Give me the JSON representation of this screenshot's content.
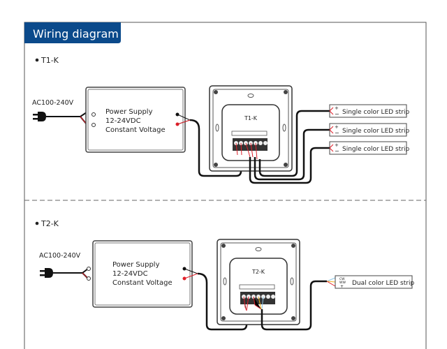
{
  "header": {
    "title": "Wiring diagram",
    "color": "#0b4a8b"
  },
  "sections": [
    {
      "label": "T1-K",
      "ac_label": "AC100-240V",
      "power_supply": [
        "Power Supply",
        "12-24VDC",
        "Constant Voltage"
      ],
      "controller": "T1-K",
      "strips": [
        "Single color LED strip",
        "Single color LED strip",
        "Single color LED strip"
      ]
    },
    {
      "label": "T2-K",
      "ac_label": "AC100-240V",
      "power_supply": [
        "Power Supply",
        "12-24VDC",
        "Constant Voltage"
      ],
      "controller": "T2-K",
      "strips": [
        "Dual color LED strip"
      ],
      "strip_terminals": [
        "CW",
        "WW",
        "+"
      ]
    }
  ],
  "wire_colors": {
    "black": "#111111",
    "red": "#e0202a",
    "yellow": "#f0b020",
    "blue": "#8ec8e8"
  }
}
